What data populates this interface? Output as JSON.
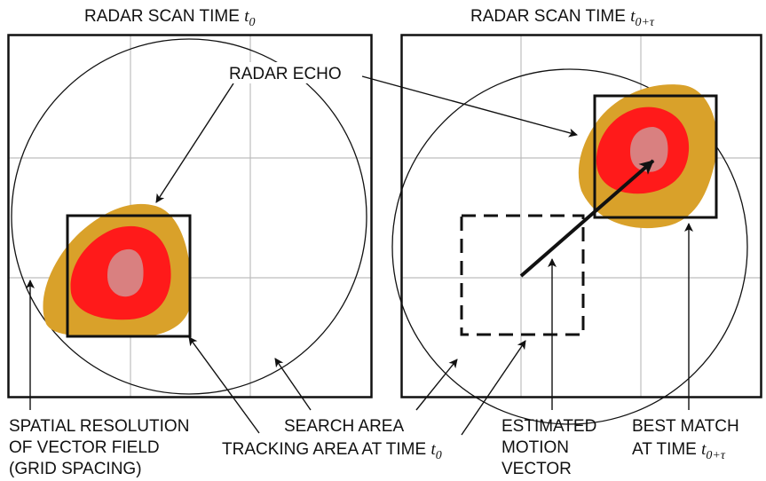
{
  "titles": {
    "left_main": "RADAR SCAN TIME ",
    "left_var": "t",
    "left_sub": "0",
    "right_main": "RADAR SCAN TIME ",
    "right_var": "t",
    "right_sub": "0+τ"
  },
  "labels": {
    "radar_echo": "RADAR ECHO",
    "spatial_res_1": "SPATIAL RESOLUTION",
    "spatial_res_2": "OF VECTOR FIELD",
    "spatial_res_3": "(GRID SPACING)",
    "search_area": "SEARCH AREA",
    "tracking_area_main": "TRACKING AREA AT TIME ",
    "tracking_area_var": "t",
    "tracking_area_sub": "0",
    "est_1": "ESTIMATED",
    "est_2": "MOTION",
    "est_3": "VECTOR",
    "best_1": "BEST MATCH",
    "best_2_main": "AT TIME ",
    "best_2_var": "t",
    "best_2_sub": "0+τ"
  },
  "colors": {
    "echo_outer": "#D9A12A",
    "echo_middle": "#FF1A1A",
    "echo_core": "#D98080",
    "grid": "#BDBDBD",
    "lines": "#111111"
  }
}
